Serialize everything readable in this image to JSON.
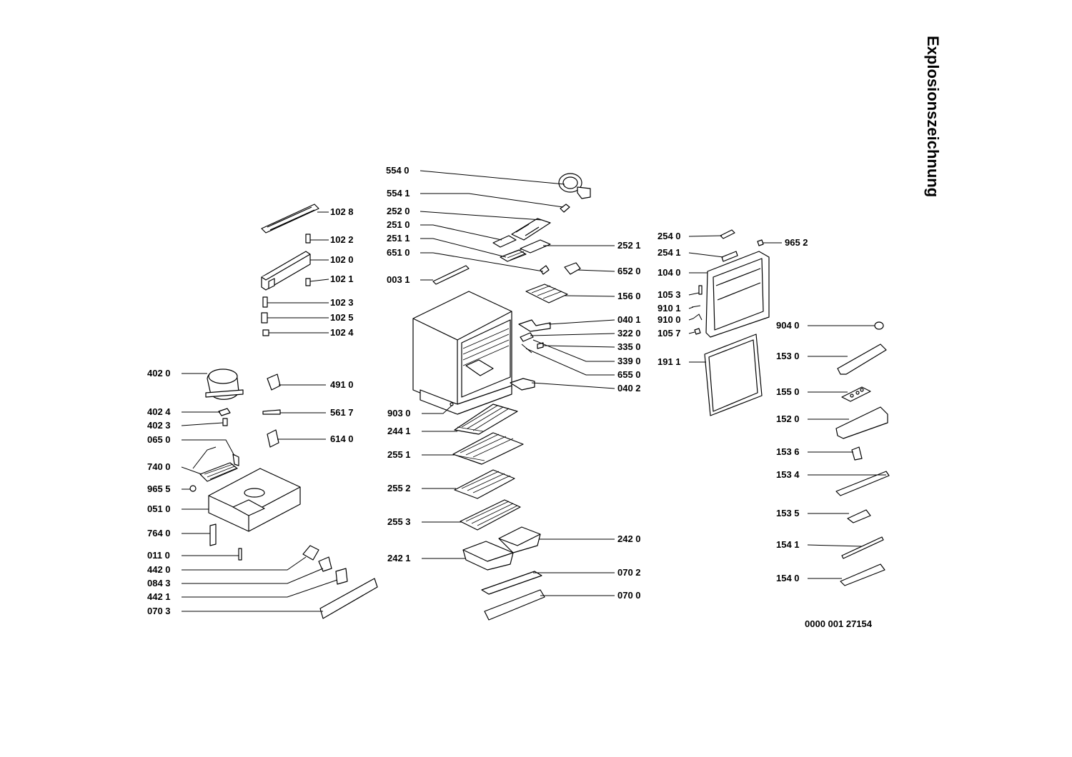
{
  "title": "Explosionszeichnung",
  "document_number": "0000 001 27154",
  "parts": [
    {
      "id": "p5540",
      "label": "554 0"
    },
    {
      "id": "p5541",
      "label": "554 1"
    },
    {
      "id": "p2520",
      "label": "252 0"
    },
    {
      "id": "p2510",
      "label": "251 0"
    },
    {
      "id": "p2511",
      "label": "251 1"
    },
    {
      "id": "p6510",
      "label": "651 0"
    },
    {
      "id": "p0031",
      "label": "003 1"
    },
    {
      "id": "p2521",
      "label": "252 1"
    },
    {
      "id": "p6520",
      "label": "652 0"
    },
    {
      "id": "p1560",
      "label": "156 0"
    },
    {
      "id": "p0401",
      "label": "040 1"
    },
    {
      "id": "p3220",
      "label": "322 0"
    },
    {
      "id": "p3350",
      "label": "335 0"
    },
    {
      "id": "p3390",
      "label": "339 0"
    },
    {
      "id": "p6550",
      "label": "655 0"
    },
    {
      "id": "p0402",
      "label": "040 2"
    },
    {
      "id": "p9030",
      "label": "903 0"
    },
    {
      "id": "p2441",
      "label": "244 1"
    },
    {
      "id": "p2551",
      "label": "255 1"
    },
    {
      "id": "p2552",
      "label": "255 2"
    },
    {
      "id": "p2553",
      "label": "255 3"
    },
    {
      "id": "p2420",
      "label": "242 0"
    },
    {
      "id": "p2421",
      "label": "242 1"
    },
    {
      "id": "p0702",
      "label": "070 2"
    },
    {
      "id": "p0700",
      "label": "070 0"
    },
    {
      "id": "p1028",
      "label": "102 8"
    },
    {
      "id": "p1022",
      "label": "102 2"
    },
    {
      "id": "p1020",
      "label": "102 0"
    },
    {
      "id": "p1021",
      "label": "102 1"
    },
    {
      "id": "p1023",
      "label": "102 3"
    },
    {
      "id": "p1025",
      "label": "102 5"
    },
    {
      "id": "p1024",
      "label": "102 4"
    },
    {
      "id": "p4910",
      "label": "491 0"
    },
    {
      "id": "p5617",
      "label": "561 7"
    },
    {
      "id": "p6140",
      "label": "614 0"
    },
    {
      "id": "p4020",
      "label": "402 0"
    },
    {
      "id": "p4024",
      "label": "402 4"
    },
    {
      "id": "p4023",
      "label": "402 3"
    },
    {
      "id": "p0650",
      "label": "065 0"
    },
    {
      "id": "p7400",
      "label": "740 0"
    },
    {
      "id": "p9655",
      "label": "965 5"
    },
    {
      "id": "p0510",
      "label": "051 0"
    },
    {
      "id": "p7640",
      "label": "764 0"
    },
    {
      "id": "p0110",
      "label": "011 0"
    },
    {
      "id": "p4420",
      "label": "442 0"
    },
    {
      "id": "p0843",
      "label": "084 3"
    },
    {
      "id": "p4421",
      "label": "442 1"
    },
    {
      "id": "p0703",
      "label": "070 3"
    },
    {
      "id": "p2540",
      "label": "254 0"
    },
    {
      "id": "p9652",
      "label": "965 2"
    },
    {
      "id": "p2541",
      "label": "254 1"
    },
    {
      "id": "p1040",
      "label": "104 0"
    },
    {
      "id": "p1053",
      "label": "105 3"
    },
    {
      "id": "p9101",
      "label": "910 1"
    },
    {
      "id": "p9100",
      "label": "910 0"
    },
    {
      "id": "p1057",
      "label": "105 7"
    },
    {
      "id": "p1911",
      "label": "191 1"
    },
    {
      "id": "p9040",
      "label": "904 0"
    },
    {
      "id": "p1530",
      "label": "153 0"
    },
    {
      "id": "p1550",
      "label": "155 0"
    },
    {
      "id": "p1520",
      "label": "152 0"
    },
    {
      "id": "p1536",
      "label": "153 6"
    },
    {
      "id": "p1534",
      "label": "153 4"
    },
    {
      "id": "p1535",
      "label": "153 5"
    },
    {
      "id": "p1541",
      "label": "154 1"
    },
    {
      "id": "p1540",
      "label": "154 0"
    }
  ]
}
